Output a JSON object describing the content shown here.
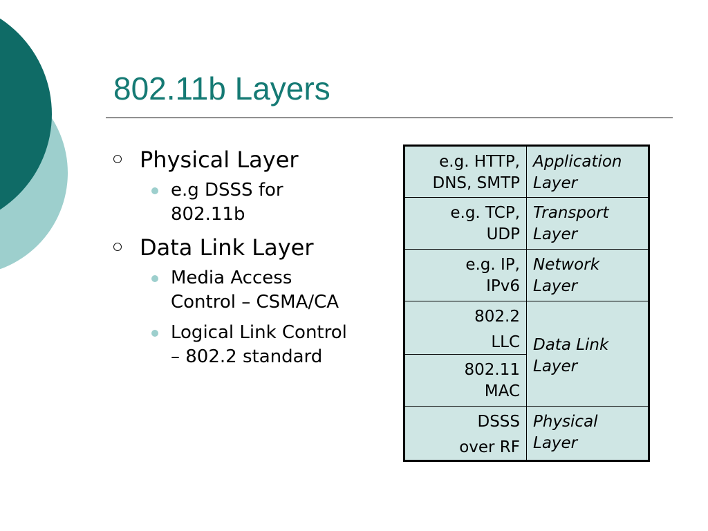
{
  "slide": {
    "title": "802.11b Layers"
  },
  "bullets": [
    {
      "text": "Physical Layer",
      "children": [
        {
          "lines": [
            "e.g DSSS for",
            "802.11b"
          ]
        }
      ]
    },
    {
      "text": "Data Link Layer",
      "children": [
        {
          "lines": [
            "Media Access",
            "Control – CSMA/CA"
          ]
        },
        {
          "lines": [
            "Logical Link Control",
            "– 802.2 standard"
          ]
        }
      ]
    }
  ],
  "layer_table": {
    "rows": [
      {
        "example": [
          "e.g. HTTP,",
          "DNS, SMTP"
        ],
        "layer": [
          "Application",
          "Layer"
        ]
      },
      {
        "example": [
          "e.g. TCP,",
          "UDP"
        ],
        "layer": [
          "Transport",
          "Layer"
        ]
      },
      {
        "example": [
          "e.g. IP,",
          "IPv6"
        ],
        "layer": [
          "Network",
          "Layer"
        ]
      },
      {
        "example": [
          "802.2",
          "LLC"
        ],
        "layer": [
          "Data Link",
          "Layer"
        ]
      },
      {
        "example": [
          "802.11",
          "MAC"
        ]
      },
      {
        "example": [
          "DSSS",
          "over RF"
        ],
        "layer": [
          "Physical",
          "Layer"
        ]
      }
    ]
  },
  "theme": {
    "title_color": "#157a74",
    "circle_dark": "#0f6b66",
    "circle_light": "#9dcfcd",
    "cell_fill": "#cfe6e4",
    "sub_bullet_color": "#9dcfcd",
    "rule_color": "#000000"
  }
}
